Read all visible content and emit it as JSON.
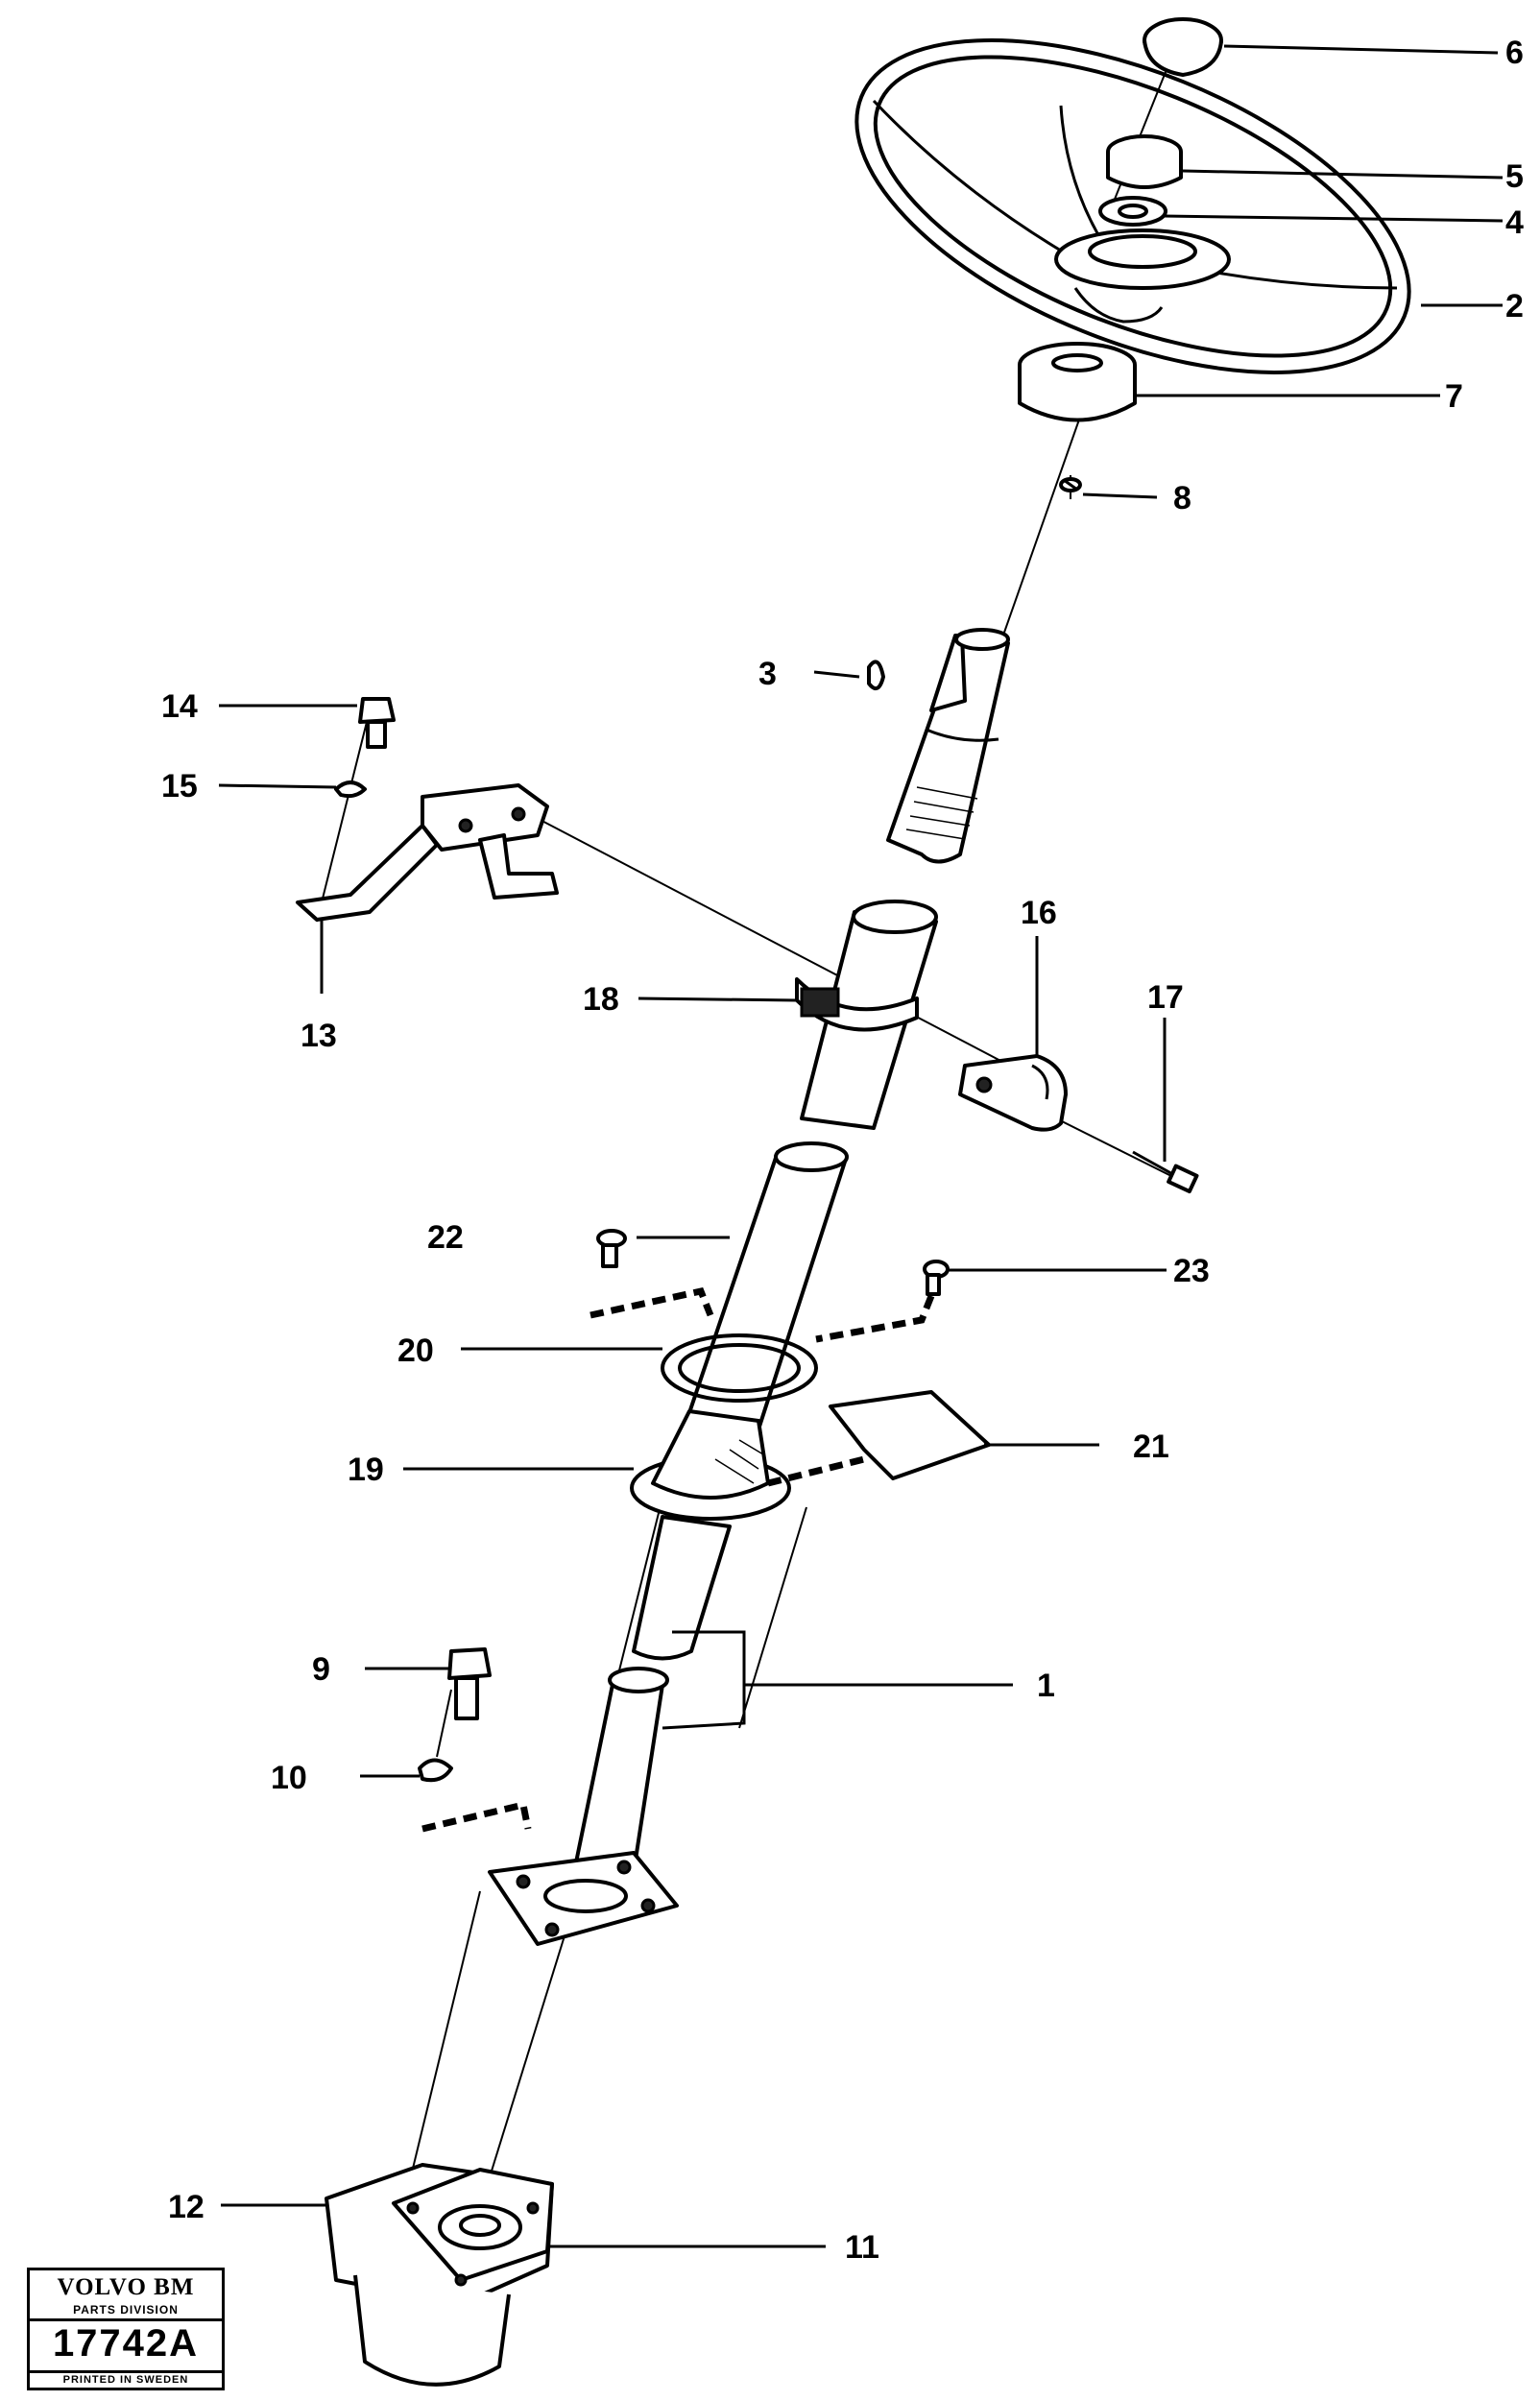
{
  "callouts": {
    "c1": "1",
    "c2": "2",
    "c3": "3",
    "c4": "4",
    "c5": "5",
    "c6": "6",
    "c7": "7",
    "c8": "8",
    "c9": "9",
    "c10": "10",
    "c11": "11",
    "c12": "12",
    "c13": "13",
    "c14": "14",
    "c15": "15",
    "c16": "16",
    "c17": "17",
    "c18": "18",
    "c19": "19",
    "c20": "20",
    "c21": "21",
    "c22": "22",
    "c23": "23"
  },
  "logo": {
    "brand": "VOLVO BM",
    "division": "PARTS DIVISION",
    "number": "17742A",
    "printed": "PRINTED IN SWEDEN"
  }
}
